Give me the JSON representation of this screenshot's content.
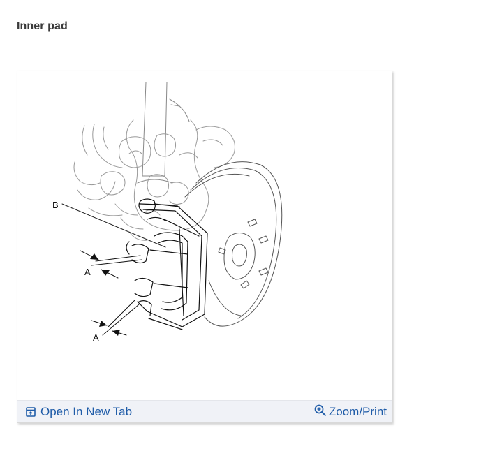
{
  "section": {
    "title": "Inner pad"
  },
  "figure": {
    "callouts": {
      "b": "B",
      "a_upper": "A",
      "a_lower": "A"
    }
  },
  "footer": {
    "open_tab_label": "Open In New Tab",
    "zoom_label": "Zoom/Print"
  },
  "icons": {
    "open_tab": "open-in-new-tab-icon",
    "zoom": "magnifier-plus-icon"
  },
  "colors": {
    "link": "#1f5ca8",
    "footer_bg": "#f0f2f7",
    "heading": "#3a3a3a"
  }
}
